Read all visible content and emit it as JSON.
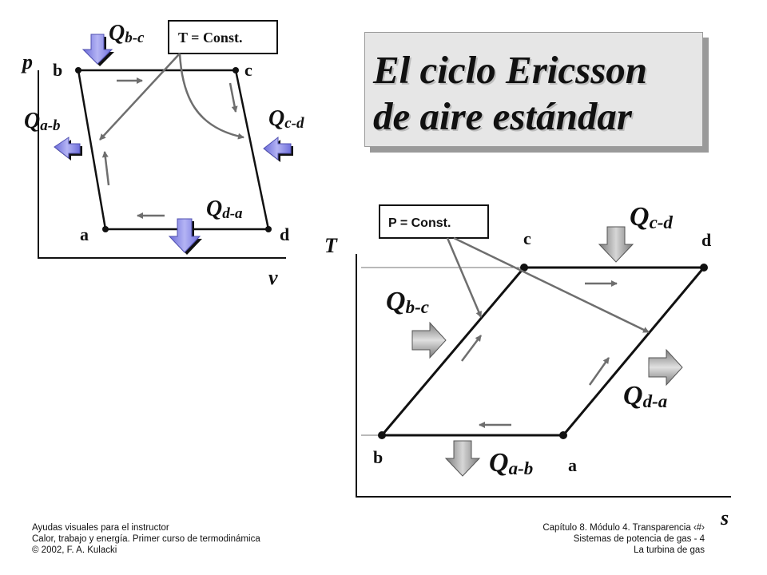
{
  "title": {
    "line1": "El ciclo Ericsson",
    "line2": "de aire estándar"
  },
  "pv": {
    "axis_y": "p",
    "axis_x": "v",
    "points": {
      "a": "a",
      "b": "b",
      "c": "c",
      "d": "d"
    },
    "constant_label": "T = Const.",
    "heat": [
      {
        "Q": "Q",
        "sub": "b-c"
      },
      {
        "Q": "Q",
        "sub": "a-b"
      },
      {
        "Q": "Q",
        "sub": "c-d"
      },
      {
        "Q": "Q",
        "sub": "d-a"
      }
    ]
  },
  "ts": {
    "axis_y": "T",
    "axis_x": "s",
    "points": {
      "a": "a",
      "b": "b",
      "c": "c",
      "d": "d"
    },
    "constant_label": "P = Const.",
    "heat": [
      {
        "Q": "Q",
        "sub": "c-d"
      },
      {
        "Q": "Q",
        "sub": "b-c"
      },
      {
        "Q": "Q",
        "sub": "d-a"
      },
      {
        "Q": "Q",
        "sub": "a-b"
      }
    ]
  },
  "footer": {
    "left": [
      "Ayudas visuales para el instructor",
      "Calor, trabajo y energía. Primer curso de termodinámica",
      "© 2002, F. A. Kulacki"
    ],
    "right": [
      "Capítulo 8. Módulo 4. Transparencia  ‹#›",
      "Sistemas de potencia de gas - 4",
      "La turbina de gas"
    ]
  },
  "colors": {
    "line": "#111111",
    "arrow_gray": "#6e6e6e",
    "heat_blue": "#8a8ae6",
    "heat_gray": "#8f8f8f"
  }
}
